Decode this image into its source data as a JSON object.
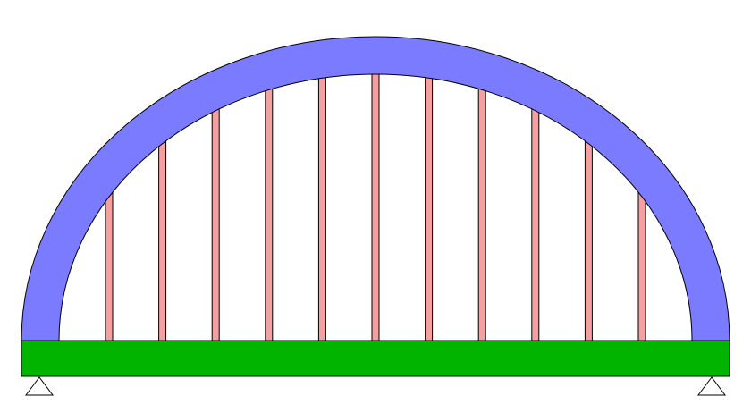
{
  "diagram": {
    "hanger_count": 11,
    "supports": [
      "left",
      "right"
    ],
    "colors": {
      "background": "#ffffff",
      "arch_fill": "#7b7bff",
      "deck_fill": "#00b400",
      "hanger_fill": "#f5a0a0",
      "support_fill": "#ffffff",
      "outline": "#000000"
    }
  }
}
